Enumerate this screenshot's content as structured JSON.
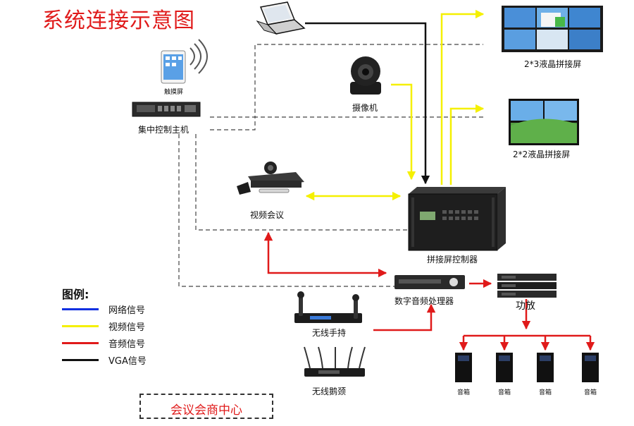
{
  "title": "系统连接示意图",
  "labels": {
    "touch_screen": "触摸屏",
    "central_control": "集中控制主机",
    "camera": "摄像机",
    "video_conf": "视频会议",
    "wall_2x3": "2*3液晶拼接屏",
    "wall_2x2": "2*2液晶拼接屏",
    "wall_controller": "拼接屏控制器",
    "dsp": "数字音频处理器",
    "amplifier": "功放",
    "wireless_handheld": "无线手持",
    "wireless_gooseneck": "无线鹅颈",
    "speaker": "音箱"
  },
  "legend": {
    "title": "图例:",
    "items": [
      {
        "label": "网络信号",
        "color": "#1030e0"
      },
      {
        "label": "视频信号",
        "color": "#f5f000"
      },
      {
        "label": "音频信号",
        "color": "#e01a1a"
      },
      {
        "label": "VGA信号",
        "color": "#111111"
      }
    ]
  },
  "footer": "会议会商中心",
  "colors": {
    "title": "#e01a1a",
    "video": "#f5f000",
    "audio": "#e01a1a",
    "vga": "#111111",
    "control": "#444444"
  }
}
